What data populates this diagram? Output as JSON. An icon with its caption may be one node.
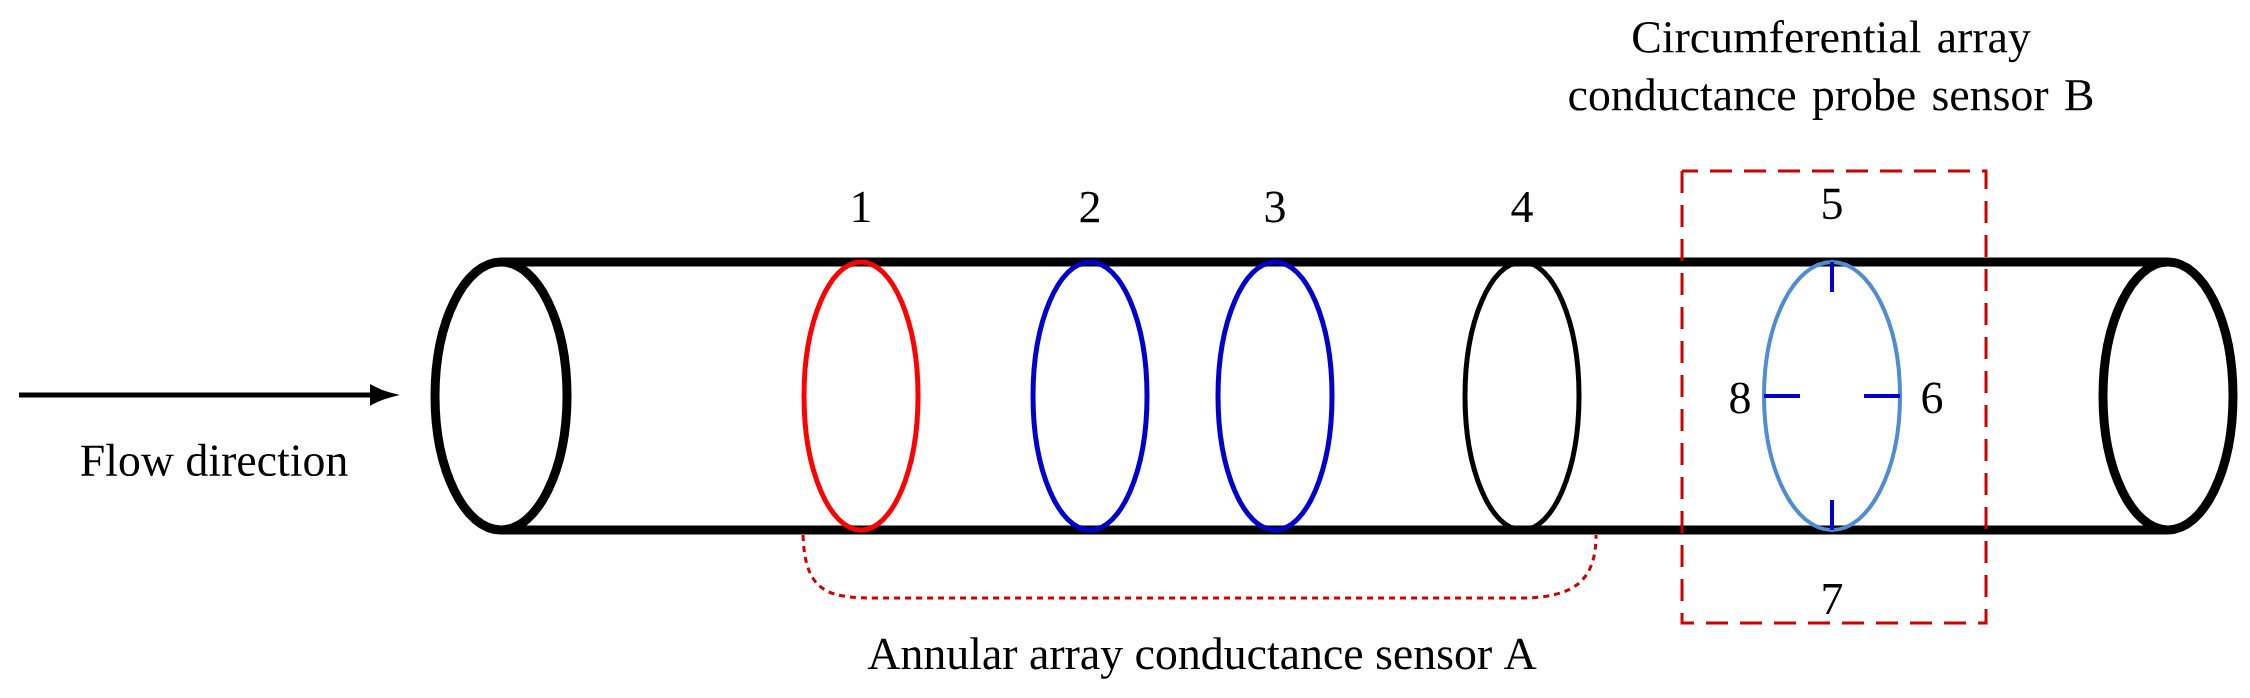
{
  "diagram": {
    "labels": [
      "Circumferential array conductance probe sensor B",
      "1",
      "2",
      "3",
      "4",
      "5",
      "8",
      "6",
      "Flow direction",
      "7",
      "Annular array conductance sensor A"
    ]
  }
}
